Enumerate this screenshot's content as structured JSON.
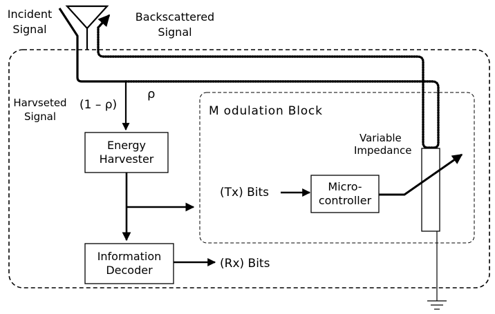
{
  "labels": {
    "incident_signal": [
      "Incident",
      "Signal"
    ],
    "backscattered_signal": [
      "Backscattered",
      "Signal"
    ],
    "harvested_signal": [
      "Harvseted",
      "Signal"
    ],
    "one_minus_rho": "(1 – ρ)",
    "rho": "ρ",
    "modulation_block": "M odulation Block",
    "variable_impedance": [
      "Variable",
      "Impedance"
    ],
    "energy_harvester": [
      "Energy",
      "Harvester"
    ],
    "tx_bits": "(Tx) Bits",
    "microcontroller": [
      "Micro-",
      "controller"
    ],
    "information_decoder": [
      "Information",
      "Decoder"
    ],
    "rx_bits": "(Rx) Bits"
  },
  "icons": {
    "antenna": "antenna-icon",
    "variable_impedance": "variable-resistor-icon",
    "ground": "ground-icon"
  }
}
